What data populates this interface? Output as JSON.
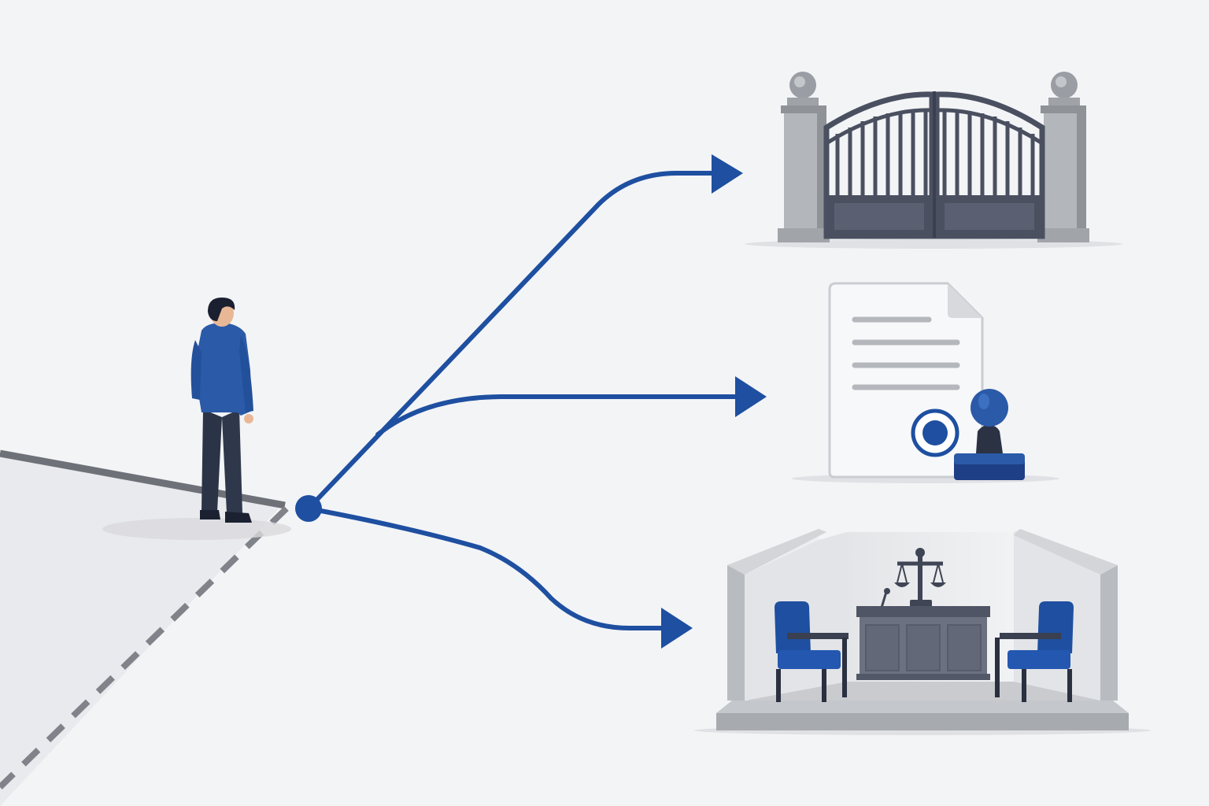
{
  "diagram": {
    "colors": {
      "background": "#f3f4f6",
      "accent_blue": "#1e4fa0",
      "stone_gray": "#a3a6ab",
      "dark_slate": "#4a5060",
      "paper": "#f7f8fa"
    },
    "origin_node": {
      "kind": "decision-point"
    },
    "branches": [
      {
        "target": "gate",
        "icon": "gate-icon"
      },
      {
        "target": "document",
        "icon": "certified-document-icon"
      },
      {
        "target": "courtroom",
        "icon": "courtroom-icon"
      }
    ],
    "figure": {
      "icon": "person-icon"
    }
  }
}
